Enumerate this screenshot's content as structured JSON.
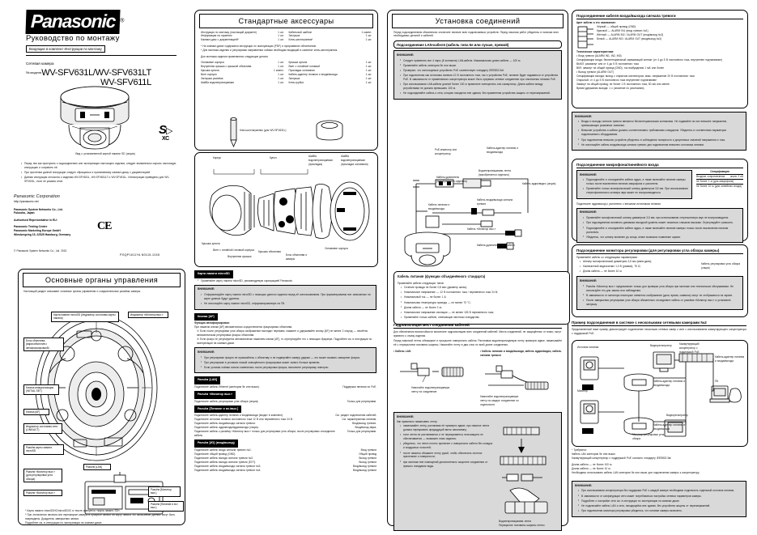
{
  "doc": {
    "brand": "Panasonic",
    "brand_sup": "®",
    "title": "Руководство по монтажу",
    "title_note": "Входящие в комплект Инструкции по монтажу",
    "product_kind": "Сетевая камера",
    "model_prefix": "№ модели",
    "model_line1": "WV-SFV631L/WV-SFV631LT",
    "model_line2": "WV-SFV611L",
    "figure_caption": "Вид с установленной картой памяти SD (опция)",
    "intro_bullets": [
      "Перед тем как приступить к подсоединению или эксплуатации настоящего изделия, следует внимательно изучить настоящую инструкцию и сохранить её.",
      "При прочтении данной инструкции следует обращаться к прилагаемому компакт-диску с документацией.",
      "Данная инструкция относится к моделям WV-SFV631L, WV-SFV631LT и WV-SFV611L. Иллюстрации приведены для WV-SFV631L, если не указано иное."
    ],
    "corp_name": "Panasonic Corporation",
    "corp_site": "http://panasonic.net",
    "corp_block": [
      "Panasonic System Networks Co., Ltd.",
      "Fukuoka, Japan",
      "",
      "Authorised Representative in EU:",
      "",
      "Panasonic Testing Centre",
      "Panasonic Marketing Europe GmbH",
      "Winsbergring 15, 22525 Hamburg, Germany"
    ],
    "ce_mark": "CE",
    "copyright": "© Panasonic System Networks Co., Ltd. 2015",
    "print_code": "PGQP1611YA   N0115-1045"
  },
  "accessories": {
    "title": "Стандартные аксессуары",
    "left_rows": [
      [
        "Инструкция по монтажу (настоящий документ)",
        "1 шт."
      ],
      [
        "Информация на гарантию",
        "1 шт."
      ],
      [
        "Компакт-диск с документацией*",
        "1 шт."
      ]
    ],
    "right_rows": [
      [
        "Кабельный шаблон",
        "1 компл."
      ],
      [
        "Заглушка",
        "1 шт."
      ],
      [
        "Ключ-шестигранник*",
        "1 шт."
      ]
    ],
    "footnotes": [
      "* На компакт-диске содержатся инструкции по эксплуатации (PDF) и программное обеспечение.",
      "* Для монтажа изделия и регулировки направления съёмки необходим входящий в комплект ключ-шестигранник."
    ],
    "sub_intro": "Для монтажа изделия применяются следующие детали:",
    "parts_left": [
      [
        "Основание корпуса",
        "1 шт."
      ],
      [
        "Внутренняя крышка с крышкой объектива",
        "1 шт."
      ],
      [
        "Крышка купола",
        "1 компл."
      ],
      [
        "Винт корпуса",
        "1 шт."
      ],
      [
        "Заглушка разъёма",
        "1 шт."
      ],
      [
        "Шайба водонепроницаемая",
        "1 шт."
      ]
    ],
    "parts_right": [
      [
        "Крышка купола",
        "1 шт."
      ],
      [
        "Винт с потайной головкой",
        "1 шт."
      ],
      [
        "Прокладка основания",
        "1 шт."
      ],
      [
        "Кабель-адаптер питания и входа/выхода",
        "1 шт."
      ],
      [
        "Заглушка",
        "1 шт."
      ],
      [
        "Ключ-трубка",
        "1 шт."
      ]
    ],
    "tool_caption": "Ключ-шестигранник (для WV-SFV631L)"
  },
  "exploded": {
    "span_left": "Корпус",
    "span_right": "Купол",
    "top_labels": [
      "Шайба водонепроницаемая (прокладка)",
      "Шайба водонепроницаемая (прокладка основания)"
    ],
    "bottom_labels": [
      "Крышка купола",
      "Винт с потайной головкой корпуса",
      "Внутренняя крышка",
      "Крышка объектива",
      "Блок объектива и камеры",
      "Крышка купола",
      "Винт корпуса",
      "Основание корпуса"
    ]
  },
  "controls": {
    "title": "Основные органы управления",
    "intro": "Настоящий раздел описывает основные органы управления и соединительные разъёмы камеры.",
    "callouts_top": [
      "Карта памяти microSD\n(Индикатор состояния карты памяти)",
      "Индикатор «Монитор вых.»"
    ],
    "callouts_left": [
      "Блок объектива (вариообъектив с автофокусировкой)",
      "Кнопка инициализации (INITIAL SET)",
      "Кнопка [AF]",
      "Индикатор состояния сети (LINK/ACT)",
      "Разъём карты памяти microSD",
      "Кнопка сброса настроек",
      "Разъём «Монитор вых.»\n(для регулировки угла обзора)",
      "Разъём «Монитор вых.»",
      "Разъём [I/O]"
    ],
    "callouts_bottom": [
      "Разъём [LAN]",
      "Разъём [Монитор вых.]",
      "Разъём [Питание и вх./вых.]"
    ],
    "items": [
      {
        "hdr": "Карта памяти microSD",
        "lines": [
          "Применяйте карту памяти microSD, рекомендуемую корпорацией Panasonic."
        ],
        "note_hdr": "ВНИМАНИЕ:",
        "note": [
          "Отформатируйте карту памяти microSD с помощью данного изделия перед её использованием. При форматировании все записанные на карте данные будут удалены.",
          "Не используйте карту памяти microSD, отформатированную на ПК."
        ]
      },
      {
        "hdr": "Кнопка [AF]",
        "sub": "Функция автофокусировки:",
        "lines": [
          "При нажатии кнопки [AF] автоматически осуществляется фокусировка объектива.",
          "① Если после регулировки угла обзора изображение выглядит нерезким, нажмите и удерживайте кнопку [AF] не менее 2 секунд — начнётся автоматическая регулировка фокуса объектива.",
          "② Если фокус не регулируется автоматически нажатием кнопки [AF], то отрегулируйте его с помощью браузера. Подробнее см. в инструкции по эксплуатации на компакт-диске."
        ],
        "note_hdr": "ВНИМАНИЕ:",
        "note": [
          "При регулировке фокуса не прикасайтесь к объективу и не подвергайте камеру ударам — это может вызвать смещение фокуса.",
          "При регулировке в условиях низкой освещённости фокусировка может занять больше времени.",
          "Если условия съёмки сильно изменились после регулировки фокуса, выполните регулировку повторно."
        ]
      },
      {
        "hdr": "Разъём [LAN]",
        "rows": [
          [
            "Подключите кабель Ethernet (категория 5e или выше).",
            "Поддержка питания по PoE."
          ]
        ]
      },
      {
        "hdr": "Разъём «Монитор вых.»",
        "rows": [
          [
            "Подключите кабель регулировки угла обзора (опция).",
            "Только для регулировки."
          ]
        ]
      },
      {
        "hdr": "Разъём [Питание и вх./вых.]",
        "rows": [
          [
            "Подключите кабель-адаптер питания и входа/выхода (входит в комплект).",
            "См. раздел подключения кабелей."
          ],
          [
            "Подключите источник питания постоянного тока 12 В или переменного тока 24 В.",
            "См. характеристики питания."
          ],
          [
            "Подключите кабель входа/выхода сигнала тревоги.",
            "Вход/выход тревоги."
          ],
          [
            "Подключите кабель аудиовхода/аудиовыхода (опция).",
            "Вход/выход звука."
          ],
          [
            "Подключите кабель к разъёму «Монитор вых.» только для регулировки угла обзора; после регулировки отсоедините кабель.",
            "Только для регулировки."
          ]
        ]
      },
      {
        "hdr": "Разъём [I/O] (вход/выход)",
        "rows": [
          [
            "Подключите кабель входа сигнала тревоги №1.",
            "Вход тревоги"
          ],
          [
            "Подключите общий провод (GND).",
            "Общий провод"
          ],
          [
            "Подключите кабель выхода сигнала тревоги №2.",
            "Выход тревоги"
          ],
          [
            "Подключите кабель выхода сигнала тревоги (EXT).",
            "Выход тревоги"
          ],
          [
            "Подключите кабель входа/выхода сигнала тревоги №3.",
            "Вход/выход тревоги"
          ],
          [
            "Подключите кабель входа/выхода сигнала тревоги №4.",
            "Вход/выход тревоги"
          ]
        ]
      }
    ],
    "footnotes": [
      "* Карта памяти microSDHC/microSDXC в тексте именуется «карта памяти SD».",
      "* При отключении питания или перезапуске камеры в процессе записи на карту памяти SD записанные данные могут быть повреждены. Дождитесь завершения записи.",
      "  Подробнее см. в инструкции по эксплуатации на компакт-диске."
    ]
  },
  "connections": {
    "title": "Установка соединений",
    "intro": "Перед подсоединением обязательно отключите питание всех подключаемых устройств. Перед началом работ убедитесь в наличии всех необходимых деталей и кабелей.",
    "sub1": "Подсоединение LAN-кабеля (кабель типа 5e или лучше, прямой)",
    "sub1_note_hdr": "ВНИМАНИЕ:",
    "sub1_note": [
      "Следует применять все 4 пары (8 контактов) LAN-кабеля. Максимальная длина кабеля — 100 м.",
      "Применяйте кабель категории 5e или выше.",
      "Проверьте, что используемое устройство PoE соответствует стандарту IEEE802.3af.",
      "При подключении как источника питания 12 В постоянного тока, так и устройства PoE, питание будет подаваться от устройства PoE. В зависимости от применяемого концентратора может быть прервано сетевое соединение при отключении питания PoE.",
      "При использовании LAN-кабеля длиной более 100 м примените повторитель или коммутатор. Длина кабеля между устройствами не должна превышать 100 м.",
      "Не подсоединяйте кабель к сети, которая находится вне здания, без применения устройства защиты от перенапряжений."
    ],
    "cable_diagram_labels": [
      "PoE-инжектор или концентратор",
      "Кабель-адаптер питания и входа/выхода",
      "Кабель-удлинитель (приобретается отдельно)",
      "Водонепроницаемая лента (приобретается отдельно)",
      "Кабель аудио/видео (опция)",
      "Кабель питания и входа/выхода",
      "Кабель-адаптер питания и входа/выхода",
      "Кабель входа/выхода сигнала тревоги",
      "Кабель «Монитор вых.»",
      "Кабель-удлинитель LAN-кабеля"
    ],
    "power_title": "Кабель питания (функции объединённого стандарта)",
    "power_intro": "Применяйте кабели следующих типов:",
    "power_rows": [
      "Сечение провода не более 0,8 мм² (диаметр жилы);",
      "Номинальное напряжение — 12 В постоянного тока / переменного тока 24 В;",
      "Номинальный ток — не более 1 А;",
      "Номинальная температура провода — не менее 70 °C;",
      "Длина кабеля — не более 2 м;",
      "Номинальное напряжение изоляции — не менее 105 В переменного тока;",
      "Применяйте только кабели, отвечающие местным стандартам."
    ],
    "waterproof_title": "Гидроизоляция мест соединения кабелей",
    "waterproof_text": [
      "Для обеспечения влагостойкости выполните гидроизоляцию всех соединений кабелей. Места соединений, не защищённые от влаги, могут привести к отказу изделия.",
      "Перед намоткой ленты обезжирьте и просушите поверхность кабеля. Растягивая водонепроницаемую ленту примерно вдвое, наматывайте её с перекрытием половины ширины. Намотайте ленту в два слоя по всей длине соединения."
    ],
    "wp_left_hdr": "• Кабель LAN",
    "wp_left_lbl": "Намотайте водонепроницаемую ленту на соединение",
    "wp_right_hdr": "• Кабель питания и входа/выхода, кабель аудио/видео, кабель сигнала тревоги",
    "wp_right_lbl": "Намотайте водонепроницаемую ленту на каждое соединение по отдельности",
    "wp_note_hdr": "ВНИМАНИЕ:",
    "wp_note": [
      "Как правильно наматывать ленту:",
      "наматывайте ленту, растягивая её примерно вдвое; при намотке лента должна перекрывать предыдущий виток наполовину;",
      "если лента не растягивается и не перекрывается, влагозащита не обеспечивается — возможен отказ изделия;",
      "убедитесь, что лента плотно прилегает к поверхности кабеля без складок и воздушных полостей;",
      "после намотки обожмите ленту рукой, чтобы обеспечить плотное прилегание к поверхности;",
      "при монтаже вне помещений дополнительно защитите соединения от прямого попадания воды."
    ],
    "wp_fig1": "Водонепроницаемая лента",
    "wp_fig2": "Растяните ленту примерно в два раза",
    "wp_fig3": "Перекрытие половины ширины ленты"
  },
  "right_col": {
    "io_title": "Подсоединение кабеля входа/выхода сигнала тревоги",
    "io_wire_hdr": "Цвет кабеля и его назначение:",
    "io_wires": [
      "Чёрный — общий провод (GND)",
      "Красный — ALARM IN1 (вход тревоги №1)",
      "Жёлтый — ALARM IN2 / ALARM OUT (вход/выход №2)",
      "Белый — ALARM IN3 / ALARM OUT (вход/выход №3)"
    ],
    "io_specs_hdr": "Технические характеристики:",
    "io_specs": [
      "• Вход тревоги (ALARM IN1, IN2, IN3)",
      "  Спецификация входа: беспотенциальный замыкающий контакт (от 4 до 5 В постоянного тока, внутреннее подтягивание)",
      "  ВЫКЛ: разомкнут или от 4 до 5 В постоянного тока",
      "  ВКЛ: замкнут на общий провод (GND), ток возбуждения 1 мА или более",
      "• Выход тревоги (ALARM OUT)",
      "  Спецификация выхода: выход с открытым коллектором, макс. напряжение 20 В постоянного тока",
      "  Открытый: от 4 до 5 В постоянного тока внутреннее подтягивание",
      "  Замкнут на общий провод: не более 1 В постоянного тока, 50 мА или менее",
      "  Время удержания выхода: 1 с (значение по умолчанию)"
    ],
    "io_note_hdr": "ВНИМАНИЕ:",
    "io_note": [
      "Входы и выходы сигнала тревоги являются беспотенциальными контактами. Не подавайте на них внешнее напряжение, превышающее указанные значения.",
      "Внешние устройства и кабели должны соответствовать требованиям стандартов. Убедитесь в соответствии параметров подключаемого оборудования.",
      "При подключении внешних устройств убедитесь в соблюдении полярности и допустимых значений напряжения и тока.",
      "Не используйте кабель входа/выхода сигнала тревоги для подключения внешнего источника питания."
    ],
    "mic_title": "Подсоединение микрофона/линейного входа",
    "mic_note_hdr": "ВНИМАНИЕ:",
    "mic_note": [
      "Подсоединяйте и отсоединяйте кабели аудио, а также включайте питание камеры только после выключения питания микрофона и усилителя.",
      "Применяйте только монофонический штекер диаметром 3,5 мм. При использовании стереофонического штекера звук может не воспроизводиться."
    ],
    "mic_table_hdr": "Спецификация",
    "mic_table": [
      [
        "Входное сопротивление",
        "около 2 кΩ"
      ],
      [
        "Рекомендуемая длина кабеля",
        "не более 1 м (для микрофона)"
      ],
      [
        "Рекомендуемая длина кабеля",
        "не более 10 м (для линейного входа)"
      ]
    ],
    "mic_after": "Подключите аудиовыход к усилителю с внешним источником питания.",
    "mic_note2_hdr": "ВНИМАНИЕ:",
    "mic_note2": [
      "Применяйте монофонический штекер диаметром 3,5 мм; при использовании стереоштекера звук не воспроизводится.",
      "При подсоединении активного динамика выходной уровень может оказаться слишком высоким. Отрегулируйте громкость.",
      "Подсоединяйте и отсоединяйте кабели аудио, а также включайте питание камеры только после выключения питания усилителя.",
      "Убедитесь, что штекер вставлен до конца, иначе возможно появление шумов."
    ],
    "adj_title": "Подсоединение монитора регулировки (для регулировки угла обзора камеры)",
    "adj_intro": "Применяйте кабель со следующими параметрами:",
    "adj_rows": [
      "Штекер монофонический диаметром 3,5 мм (мини-джек);",
      "Композитный видеосигнал 1,0 В (размах), 75 Ω;",
      "Длина кабеля — не более 10 м."
    ],
    "adj_side": "Кабель регулировки угла обзора (опция)",
    "adj_note_hdr": "ВНИМАНИЕ:",
    "adj_note": [
      "Разъём «Монитор вых.» предназначен только для проверки угла обзора при монтаже или техническом обслуживании. Не используйте его для записи или наблюдения.",
      "В зависимости от монитора некоторые элементы изображения (дата, время, символы) могут не отображаться на экране.",
      "После завершения регулировки угла обзора обязательно отсоедините кабель от разъёма «Монитор вых.» и установите заглушку."
    ],
    "sys_title": "Пример подсоединения в системе с несколькими сетевыми камерами №2",
    "sys_intro": "Представленный ниже пример демонстрирует подключение нескольких сетевых камер к сети с использованием коммутирующего концентратора с поддержкой PoE.",
    "sys_labels": [
      "Источник питания",
      "Монитор",
      "Камера",
      "Коммутирующий концентратор с поддержкой PoE",
      "Кабель-адаптер питания и входа/выхода",
      "Кабель-адаптер питания и входа/выхода",
      "Кабель-адаптер питания и входа/выхода",
      "Монитор регулировки угла обзора",
      "ПК",
      "Видеорегистратор",
      "Видеорегистратор"
    ],
    "sys_notes": [
      "* Требуются:",
      "  Кабель LAN категории 5e или выше.",
      "  Коммутирующий концентратор с поддержкой PoE согласно стандарту IEEE802.3af.",
      "Длина кабеля — не более 100 м.",
      "Длина кабеля — не более 10 м.",
      "Необходимо использовать кабель LAN категории 5e или выше для подключения камеры к концентратору."
    ],
    "sys_note_hdr": "ВНИМАНИЕ:",
    "sys_note": [
      "При использовании концентратора без поддержки PoE к каждой камере необходимо подключить отдельный источник питания.",
      "В зависимости от конфигурации сети может потребоваться настройка сетевых параметров камеры.",
      "Подробнее о настройке сети см. в инструкции по эксплуатации на компакт-диске.",
      "Не подключайте кабель LAN к сети, находящейся вне здания, без устройства защиты от перенапряжений.",
      "При подключении монитора регулировки убедитесь, что питание камеры включено."
    ]
  }
}
